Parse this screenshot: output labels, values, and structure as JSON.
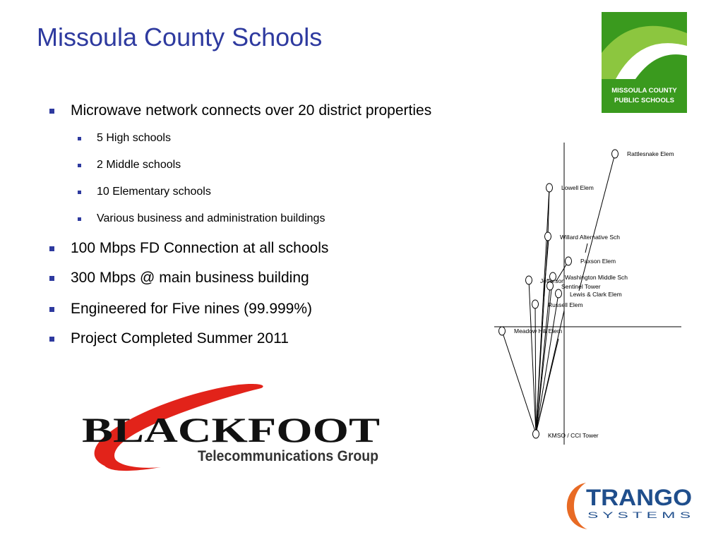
{
  "slide": {
    "title": "Missoula County Schools"
  },
  "bullets": [
    {
      "text": "Microwave network connects over 20 district properties",
      "level": 1
    },
    {
      "text": "5 High schools",
      "level": 2
    },
    {
      "text": "2 Middle schools",
      "level": 2
    },
    {
      "text": "10 Elementary schools",
      "level": 2
    },
    {
      "text": "Various business and administration buildings",
      "level": 2
    },
    {
      "text": "100 Mbps FD Connection at all schools",
      "level": 1
    },
    {
      "text": "300 Mbps @ main business building",
      "level": 1
    },
    {
      "text": "Engineered for Five nines (99.999%)",
      "level": 1
    },
    {
      "text": "Project Completed Summer 2011",
      "level": 1
    }
  ],
  "logos": {
    "mcps_line1": "MISSOULA COUNTY",
    "mcps_line2": "PUBLIC SCHOOLS",
    "blackfoot_name": "BLACKFOOT",
    "blackfoot_sub": "Telecommunications Group",
    "trango_name": "TRANGO",
    "trango_sub": "S Y S T E M S",
    "mcps_green": "#3a9a1e",
    "mcps_light_green": "#8cc63f",
    "blackfoot_red": "#e2231a",
    "trango_orange": "#e86a24",
    "trango_blue": "#1f4e8c"
  },
  "network": {
    "nodes": {
      "rattlesnake": "Rattlesnake Elem",
      "lowell": "Lowell Elem",
      "willard": "Willard Alternative Sch",
      "paxson": "Paxson Elem",
      "washington": "Washington Middle Sch",
      "jefferson": "Jefferson",
      "sentinel": "Sentinel Tower",
      "lewis_clark": "Lewis & Clark Elem",
      "russell": "Russell Elem",
      "meadow_hill": "Meadow Hill Elem",
      "kmso": "KMSO / CCI Tower"
    }
  }
}
